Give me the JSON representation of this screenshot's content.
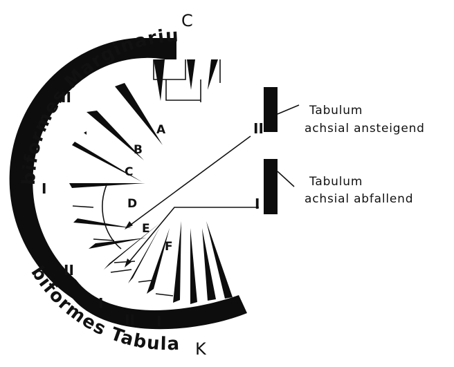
{
  "arc_labels": {
    "outer_top": "biformes Marginarium",
    "outer_bottom": "biformes Tabularium"
  },
  "corner_labels": {
    "top": "C",
    "bottom": "K"
  },
  "lobe_labels": [
    "A",
    "B",
    "C",
    "D",
    "E",
    "F"
  ],
  "roman": {
    "upper_left": "II",
    "left": "I",
    "lower_1": "II",
    "lower_2": "I",
    "lower_3": "II",
    "lower_4": "I",
    "pointer_upper": "II",
    "pointer_lower": "I"
  },
  "legend": [
    {
      "line1": "Tabulum",
      "line2": "achsial ansteigend"
    },
    {
      "line1": "Tabulum",
      "line2": "achsial abfallend"
    }
  ]
}
